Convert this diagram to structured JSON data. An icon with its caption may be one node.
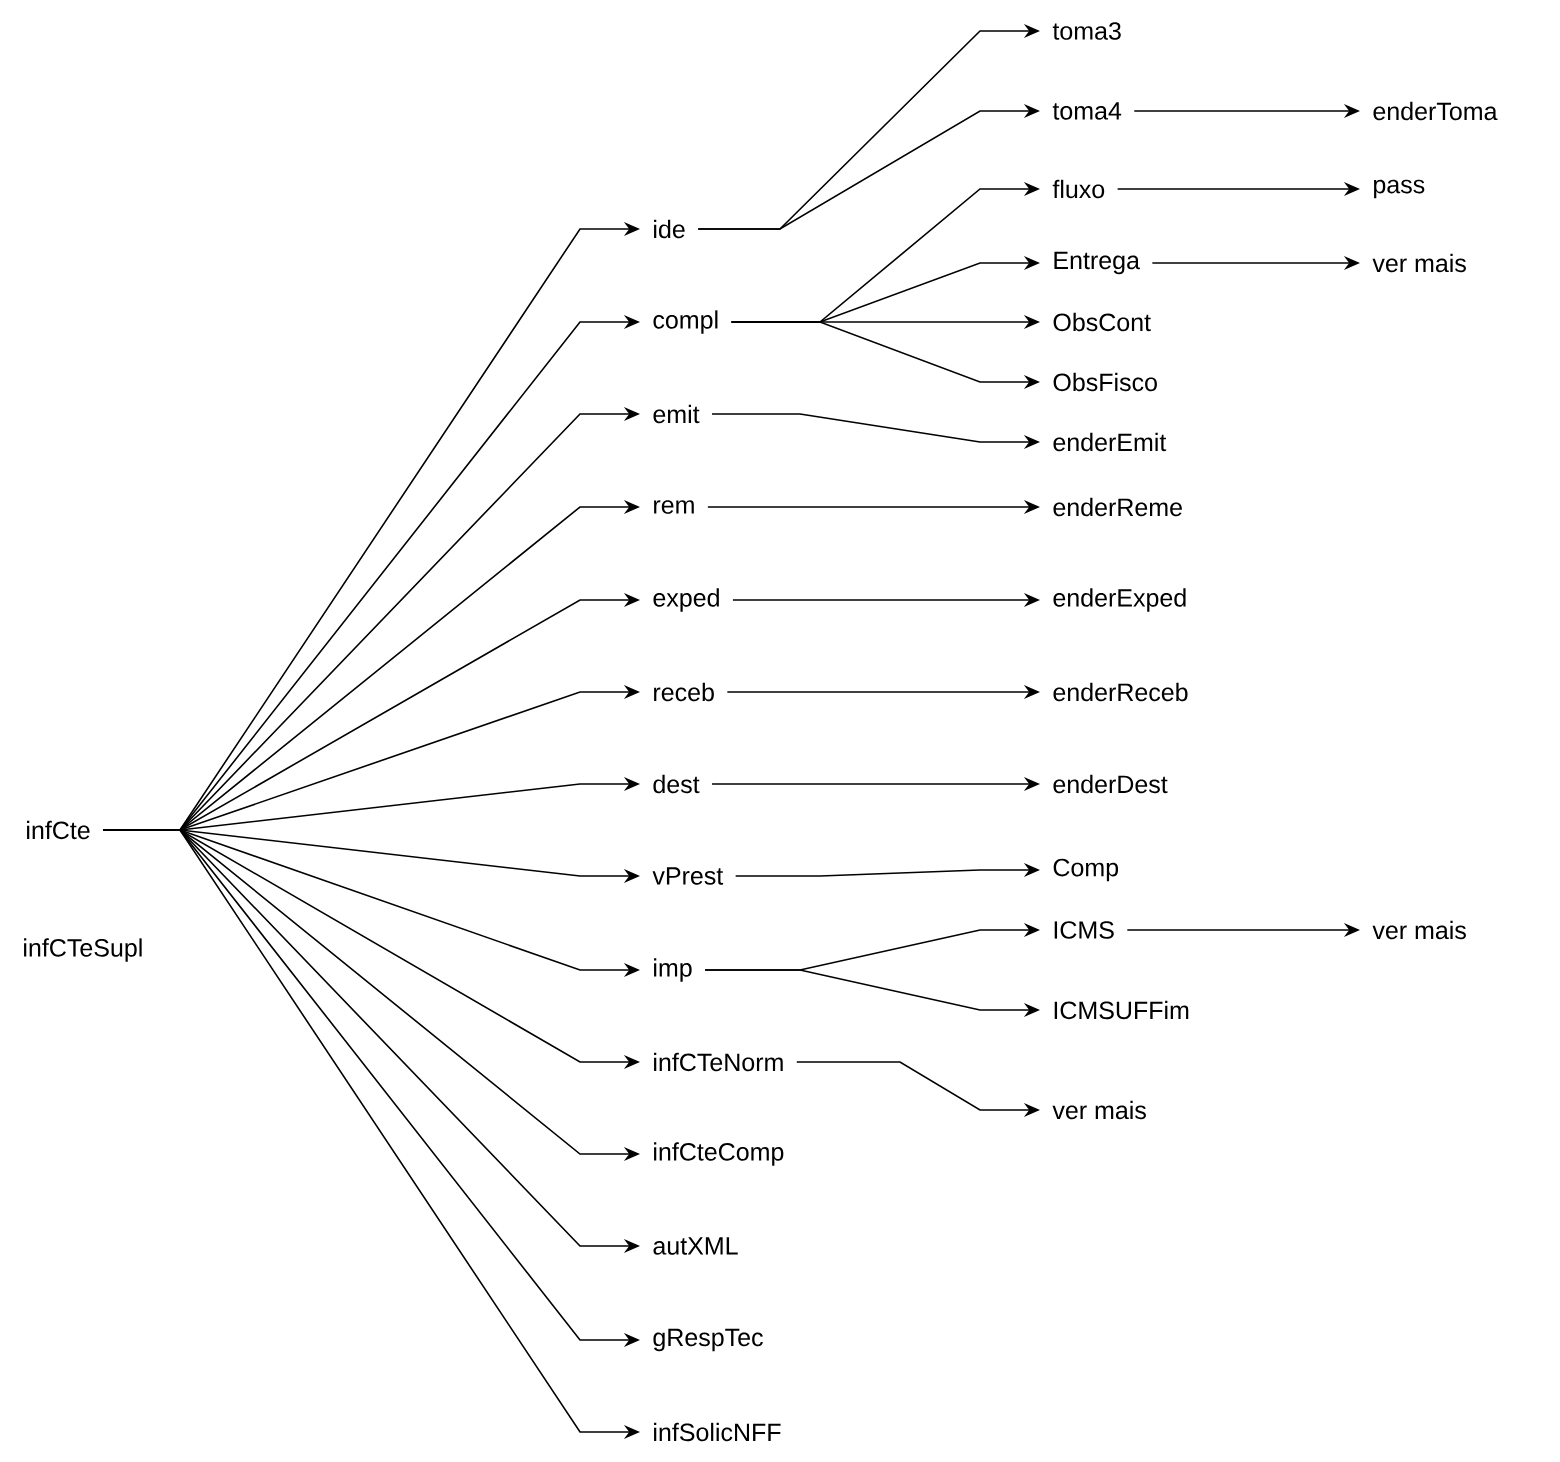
{
  "diagram": {
    "nodes": [
      {
        "text": [
          "infCte"
        ]
      },
      {
        "text": [
          "ide"
        ]
      },
      {
        "text": [
          "compl"
        ]
      },
      {
        "text": [
          "emit"
        ]
      },
      {
        "text": [
          "rem"
        ]
      },
      {
        "text": [
          "exped"
        ]
      },
      {
        "text": [
          "receb"
        ]
      },
      {
        "text": [
          "dest"
        ]
      },
      {
        "text": [
          "vPrest"
        ]
      },
      {
        "text": [
          "imp"
        ]
      },
      {
        "text": [
          "infCTeNorm"
        ]
      },
      {
        "text": [
          "infCteComp"
        ]
      },
      {
        "text": [
          "autXML"
        ]
      },
      {
        "text": [
          "gRespTec"
        ]
      },
      {
        "text": [
          "infSolicNFF"
        ]
      },
      {
        "text": [
          "toma3"
        ]
      },
      {
        "text": [
          "toma4"
        ]
      },
      {
        "text": [
          "fluxo"
        ]
      },
      {
        "text": [
          "Entrega"
        ]
      },
      {
        "text": [
          "ObsCont"
        ]
      },
      {
        "text": [
          "ObsFisco"
        ]
      },
      {
        "text": [
          "enderEmit"
        ]
      },
      {
        "text": [
          "enderReme"
        ]
      },
      {
        "text": [
          "enderExped"
        ]
      },
      {
        "text": [
          "enderReceb"
        ]
      },
      {
        "text": [
          "enderDest"
        ]
      },
      {
        "text": [
          "Comp"
        ]
      },
      {
        "text": [
          "ICMS"
        ]
      },
      {
        "text": [
          "ICMSUFFim"
        ]
      },
      {
        "text": [
          "ver mais"
        ]
      },
      {
        "text": [
          "enderToma"
        ]
      },
      {
        "text": [
          "pass"
        ]
      },
      {
        "text": [
          "ver mais"
        ]
      },
      {
        "text": [
          "ver mais"
        ]
      }
    ],
    "edges": [
      {
        "from": 0,
        "to": 1,
        "arrow": "to"
      },
      {
        "from": 0,
        "to": 2,
        "arrow": "to"
      },
      {
        "from": 0,
        "to": 3,
        "arrow": "to"
      },
      {
        "from": 0,
        "to": 4,
        "arrow": "to"
      },
      {
        "from": 0,
        "to": 5,
        "arrow": "to"
      },
      {
        "from": 0,
        "to": 6,
        "arrow": "to"
      },
      {
        "from": 0,
        "to": 7,
        "arrow": "to"
      },
      {
        "from": 0,
        "to": 8,
        "arrow": "to"
      },
      {
        "from": 0,
        "to": 9,
        "arrow": "to"
      },
      {
        "from": 0,
        "to": 10,
        "arrow": "to"
      },
      {
        "from": 0,
        "to": 11,
        "arrow": "to"
      },
      {
        "from": 0,
        "to": 12,
        "arrow": "to"
      },
      {
        "from": 0,
        "to": 13,
        "arrow": "to"
      },
      {
        "from": 0,
        "to": 14,
        "arrow": "to"
      },
      {
        "from": 1,
        "to": 15,
        "arrow": "to"
      },
      {
        "from": 1,
        "to": 16,
        "arrow": "to"
      },
      {
        "from": 2,
        "to": 17,
        "arrow": "to"
      },
      {
        "from": 2,
        "to": 18,
        "arrow": "to"
      },
      {
        "from": 2,
        "to": 19,
        "arrow": "to"
      },
      {
        "from": 2,
        "to": 20,
        "arrow": "to"
      },
      {
        "from": 3,
        "to": 21,
        "arrow": "to"
      },
      {
        "from": 4,
        "to": 22,
        "arrow": "to"
      },
      {
        "from": 5,
        "to": 23,
        "arrow": "to"
      },
      {
        "from": 6,
        "to": 24,
        "arrow": "to"
      },
      {
        "from": 7,
        "to": 25,
        "arrow": "to"
      },
      {
        "from": 8,
        "to": 26,
        "arrow": "to"
      },
      {
        "from": 9,
        "to": 27,
        "arrow": "to"
      },
      {
        "from": 9,
        "to": 28,
        "arrow": "to"
      },
      {
        "from": 10,
        "to": 29,
        "arrow": "to"
      },
      {
        "from": 16,
        "to": 30,
        "arrow": "to"
      },
      {
        "from": 17,
        "to": 31,
        "arrow": "to"
      },
      {
        "from": 18,
        "to": 32,
        "arrow": "to"
      },
      {
        "from": 27,
        "to": 33,
        "arrow": "to"
      }
    ],
    "labels": [
      "infCTeSupl"
    ]
  }
}
